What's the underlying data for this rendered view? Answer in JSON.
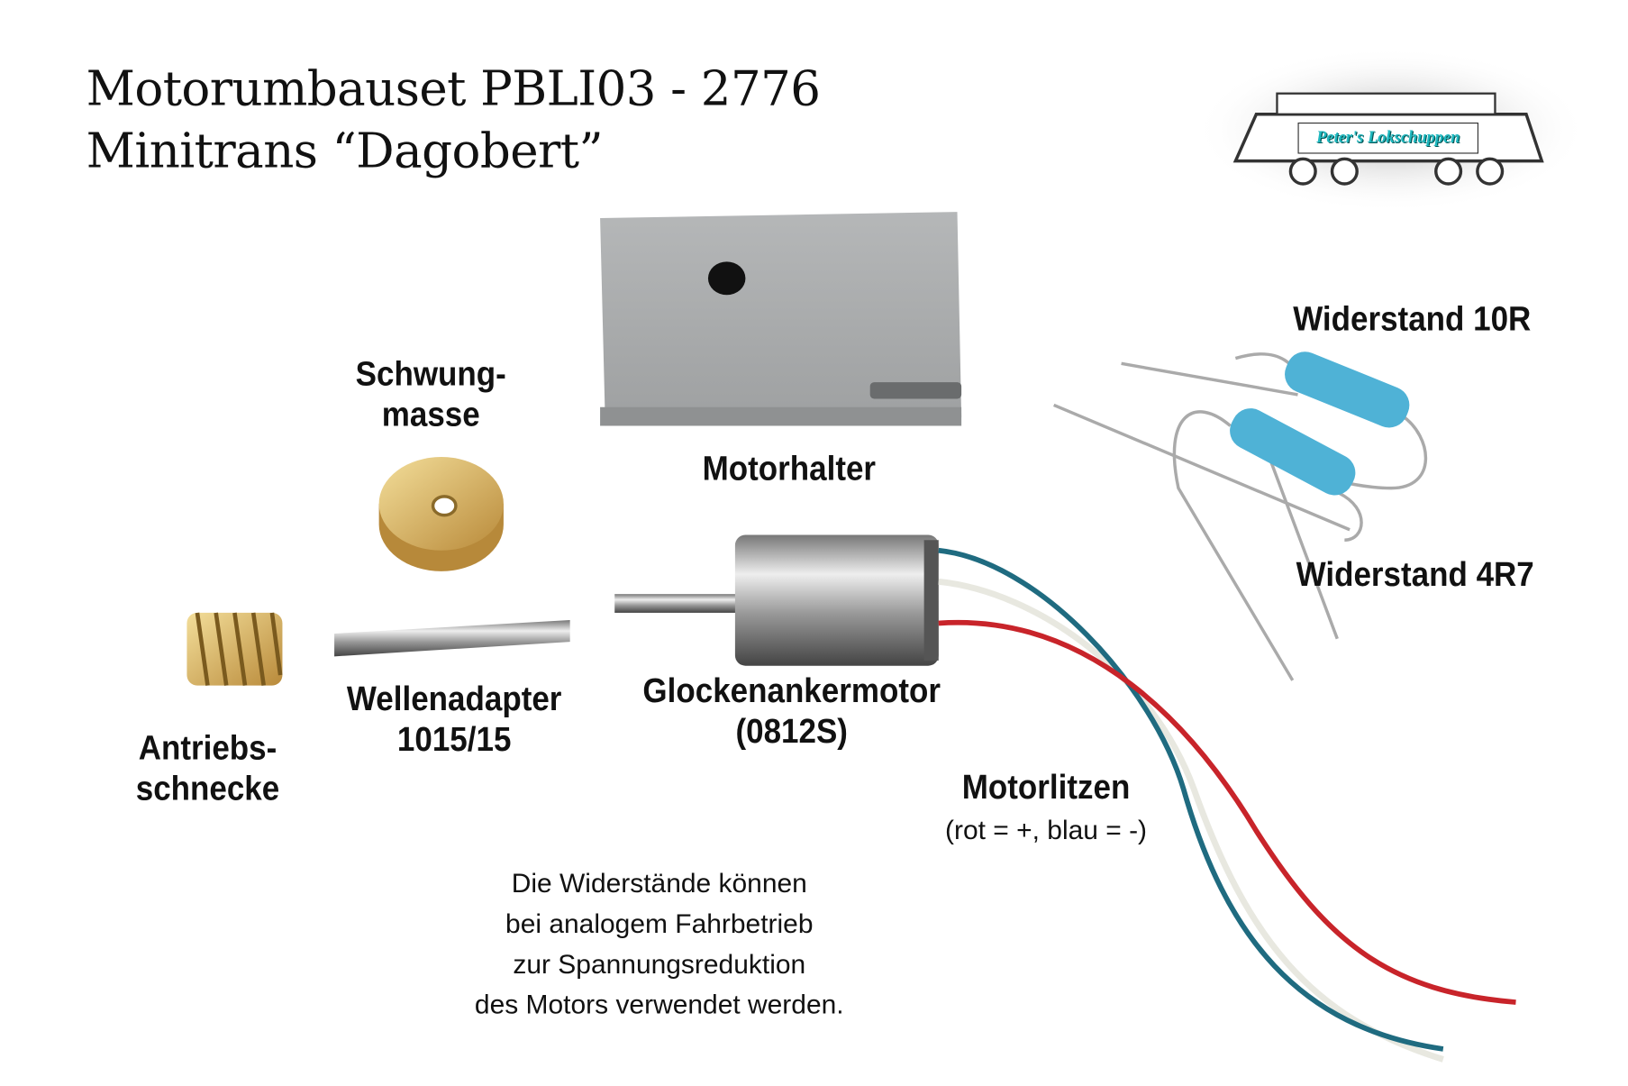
{
  "title": {
    "line1": "Motorumbauset PBLI03 - 2776",
    "line2": "Minitrans “Dagobert”"
  },
  "logo": {
    "text": "Peter's Lokschuppen"
  },
  "labels": {
    "schwungmasse": [
      "Schwung-",
      "masse"
    ],
    "motorhalter": "Motorhalter",
    "widerstand_10r": "Widerstand 10R",
    "widerstand_4r7": "Widerstand 4R7",
    "antriebsschnecke": [
      "Antriebs-",
      "schnecke"
    ],
    "wellenadapter": [
      "Wellenadapter",
      "1015/15"
    ],
    "motor": [
      "Glockenankermotor",
      "(0812S)"
    ],
    "motorlitzen": "Motorlitzen",
    "motorlitzen_note": "(rot = +, blau = -)"
  },
  "note": [
    "Die Widerstände können",
    "bei analogem Fahrbetrieb",
    "zur Spannungsreduktion",
    "des Motors verwendet werden."
  ],
  "colors": {
    "wire_red": "#c8242a",
    "wire_blue": "#1f6b80",
    "brass": "#d9b25a",
    "holder_gray": "#a8aaab",
    "resistor_blue": "#4fb2d6"
  }
}
